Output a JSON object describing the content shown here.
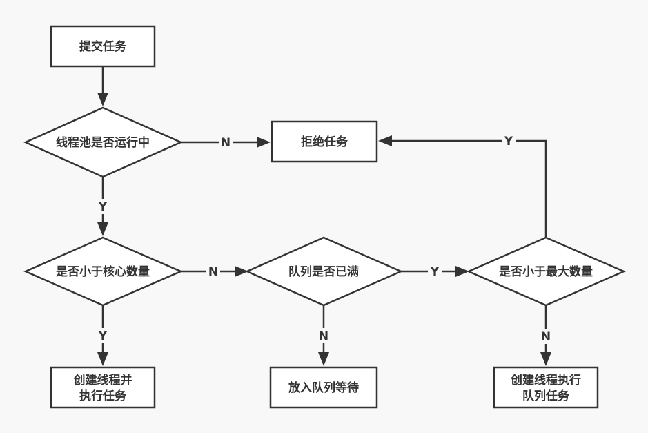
{
  "colors": {
    "background": "#f8f8f8",
    "stroke": "#333333",
    "node_fill": "#ffffff",
    "text": "#333333"
  },
  "nodes": {
    "submit": {
      "lines": [
        "提交任务"
      ]
    },
    "is_running": {
      "lines": [
        "线程池是否运行中"
      ]
    },
    "reject": {
      "lines": [
        "拒绝任务"
      ]
    },
    "below_core": {
      "lines": [
        "是否小于核心数量"
      ]
    },
    "queue_full": {
      "lines": [
        "队列是否已满"
      ]
    },
    "below_max": {
      "lines": [
        "是否小于最大数量"
      ]
    },
    "create_exec": {
      "lines": [
        "创建线程并",
        "执行任务"
      ]
    },
    "enqueue": {
      "lines": [
        "放入队列等待"
      ]
    },
    "create_exec_queue": {
      "lines": [
        "创建线程执行",
        "队列任务"
      ]
    }
  },
  "edges": {
    "submit_to_running": {
      "label": ""
    },
    "running_no": {
      "label": "N"
    },
    "running_yes": {
      "label": "Y"
    },
    "core_yes": {
      "label": "Y"
    },
    "core_no": {
      "label": "N"
    },
    "queue_yes": {
      "label": "Y"
    },
    "queue_no": {
      "label": "N"
    },
    "max_yes": {
      "label": "Y"
    },
    "max_no": {
      "label": "N"
    }
  }
}
